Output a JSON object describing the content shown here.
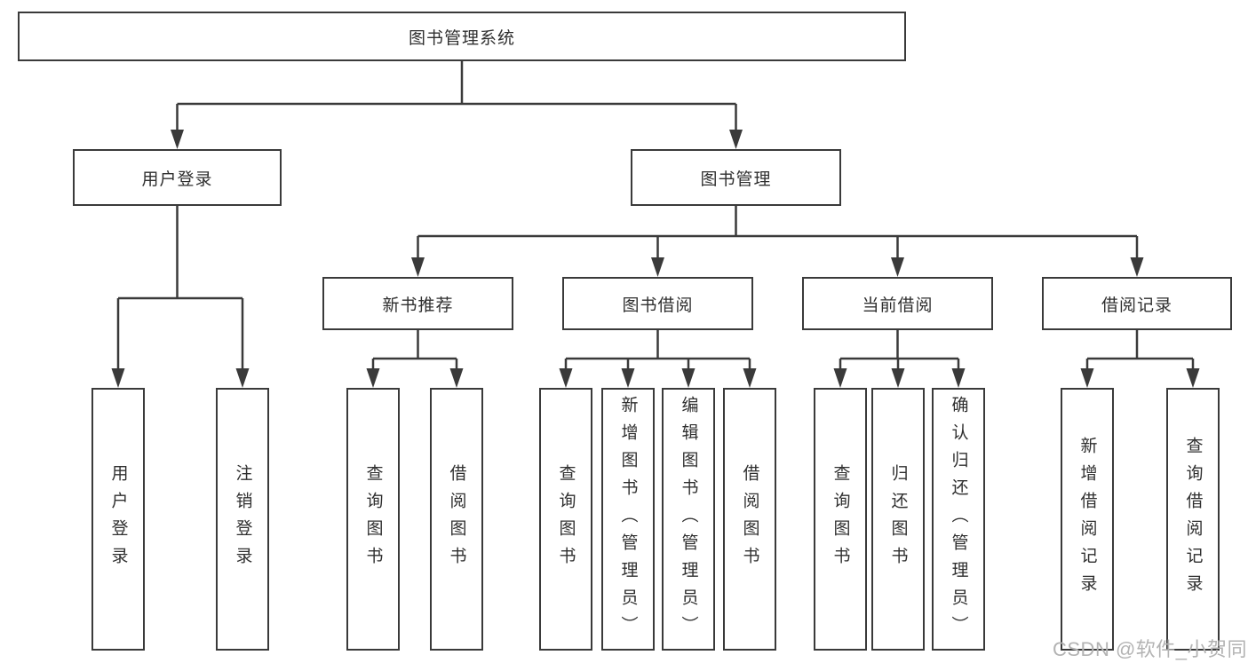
{
  "diagram": {
    "root": {
      "label": "图书管理系统"
    },
    "branches": [
      {
        "label": "用户登录",
        "children": [
          {
            "label": "用户登录"
          },
          {
            "label": "注销登录"
          }
        ]
      },
      {
        "label": "图书管理",
        "children": [
          {
            "label": "新书推荐",
            "children": [
              {
                "label": "查询图书"
              },
              {
                "label": "借阅图书"
              }
            ]
          },
          {
            "label": "图书借阅",
            "children": [
              {
                "label": "查询图书"
              },
              {
                "label": "新增图书（管理员）"
              },
              {
                "label": "编辑图书（管理员）"
              },
              {
                "label": "借阅图书"
              }
            ]
          },
          {
            "label": "当前借阅",
            "children": [
              {
                "label": "查询图书"
              },
              {
                "label": "归还图书"
              },
              {
                "label": "确认归还（管理员）"
              }
            ]
          },
          {
            "label": "借阅记录",
            "children": [
              {
                "label": "新增借阅记录"
              },
              {
                "label": "查询借阅记录"
              }
            ]
          }
        ]
      }
    ]
  },
  "watermark": {
    "text": "CSDN @软件_小贺同学"
  },
  "colors": {
    "line": "#3a3a3a",
    "text": "#2f2f2f",
    "watermark": "#b3b3b3",
    "background": "#ffffff"
  }
}
